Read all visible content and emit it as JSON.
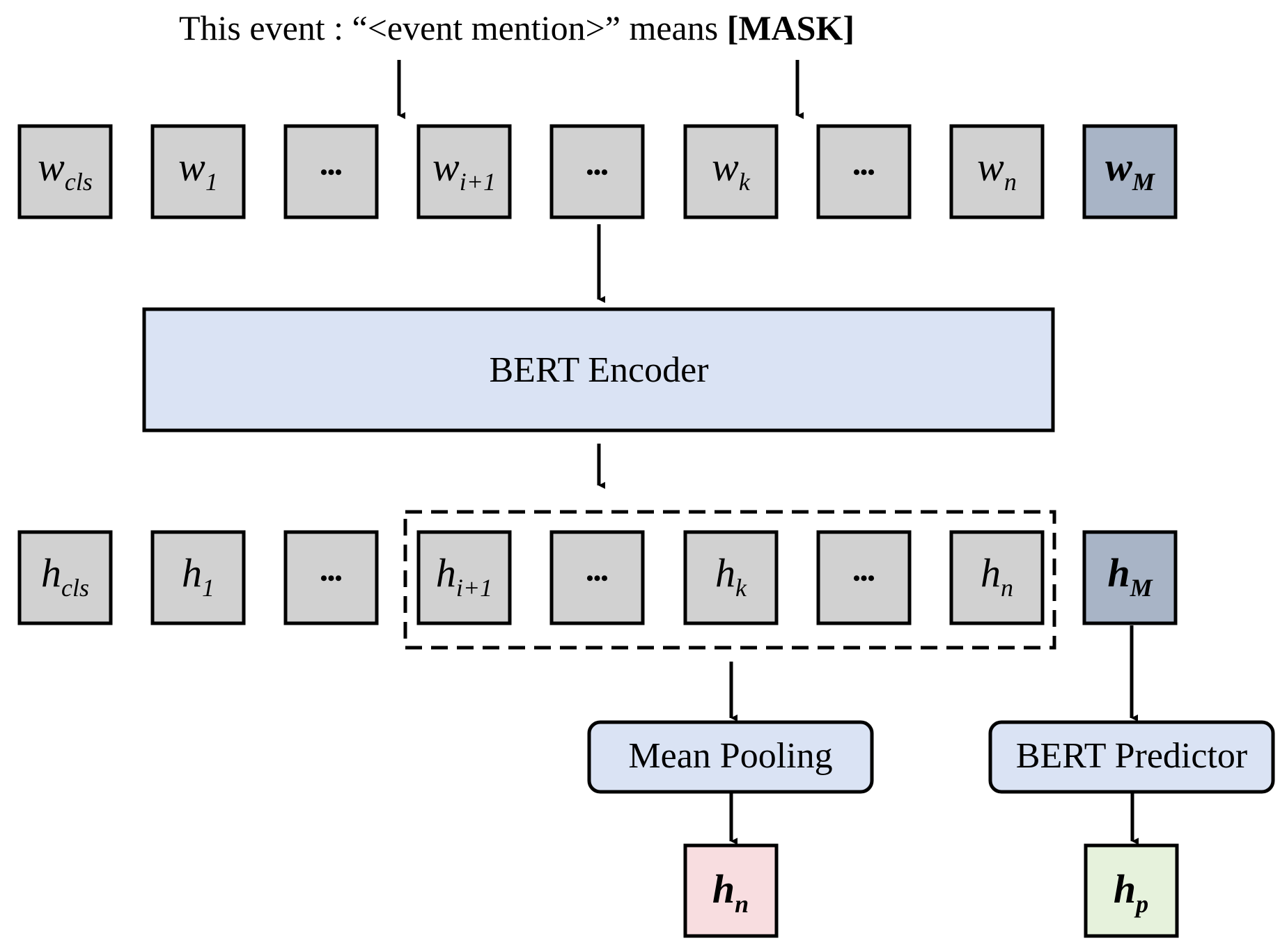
{
  "title": {
    "prefix": "This event : “<event mention>” means ",
    "mask": "[MASK]"
  },
  "colors": {
    "token_fill": "#d1d1d1",
    "mask_fill": "#a8b4c6",
    "encoder_fill": "#dae3f4",
    "module_fill": "#dae3f4",
    "output_pink": "#f8dde0",
    "output_green": "#e6f2dc",
    "stroke": "#000000"
  },
  "input_tokens": [
    {
      "base": "w",
      "sub": "cls"
    },
    {
      "base": "w",
      "sub": "1"
    },
    {
      "ellipsis": "•••"
    },
    {
      "base": "w",
      "sub": "i+1"
    },
    {
      "ellipsis": "•••"
    },
    {
      "base": "w",
      "sub": "k"
    },
    {
      "ellipsis": "•••"
    },
    {
      "base": "w",
      "sub": "n"
    },
    {
      "base": "w",
      "sub": "M",
      "bold": true,
      "mask": true
    }
  ],
  "encoder": {
    "label": "BERT Encoder"
  },
  "hidden_tokens": [
    {
      "base": "h",
      "sub": "cls"
    },
    {
      "base": "h",
      "sub": "1"
    },
    {
      "ellipsis": "•••"
    },
    {
      "base": "h",
      "sub": "i+1"
    },
    {
      "ellipsis": "•••"
    },
    {
      "base": "h",
      "sub": "k"
    },
    {
      "ellipsis": "•••"
    },
    {
      "base": "h",
      "sub": "n"
    },
    {
      "base": "h",
      "sub": "M",
      "bold": true,
      "mask": true
    }
  ],
  "modules": {
    "mean_pooling": "Mean Pooling",
    "bert_predictor": "BERT Predictor"
  },
  "outputs": {
    "hn": {
      "base": "h",
      "sub": "n"
    },
    "hp": {
      "base": "h",
      "sub": "p"
    }
  }
}
